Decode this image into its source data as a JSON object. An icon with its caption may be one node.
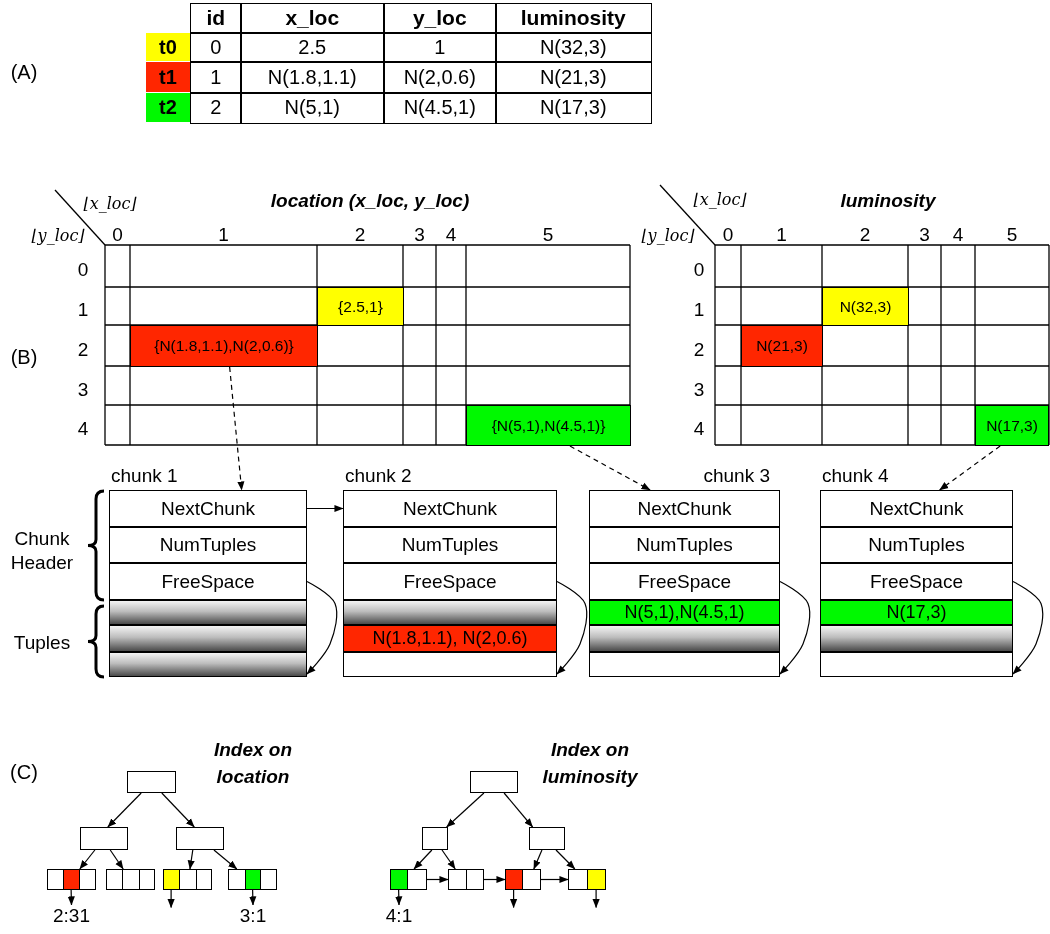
{
  "diagram": {
    "nodes": [
      {
        "text": [
          "{2.5,1}"
        ]
      },
      {
        "text": [
          "{N(1.8,1.1),N(2,0.6)}"
        ]
      },
      {
        "text": [
          "{N(5,1),N(4.5,1)}"
        ]
      },
      {
        "text": [
          "N(32,3)"
        ]
      },
      {
        "text": [
          "N(21,3)"
        ]
      },
      {
        "text": [
          "N(17,3)"
        ]
      },
      {
        "text": [
          "chunk 1"
        ]
      },
      {
        "text": [
          "NextChunk"
        ],
        "in": 6
      },
      {
        "text": [
          "NumTuples"
        ],
        "in": 6
      },
      {
        "text": [
          "FreeSpace"
        ],
        "in": 6
      },
      {
        "text": [],
        "shape": "bar",
        "in": 6
      },
      {
        "text": [],
        "shape": "bar",
        "in": 6
      },
      {
        "text": [],
        "shape": "bar",
        "in": 6
      },
      {
        "text": [
          "chunk 2"
        ]
      },
      {
        "text": [
          "NextChunk"
        ],
        "in": 13
      },
      {
        "text": [
          "NumTuples"
        ],
        "in": 13
      },
      {
        "text": [
          "FreeSpace"
        ],
        "in": 13
      },
      {
        "text": [],
        "shape": "bar",
        "in": 13
      },
      {
        "text": [
          "N(1.8,1.1), N(2,0.6)"
        ],
        "in": 13
      },
      {
        "text": [],
        "shape": "box",
        "in": 13
      },
      {
        "text": [
          "chunk 3"
        ]
      },
      {
        "text": [
          "NextChunk"
        ],
        "in": 20
      },
      {
        "text": [
          "NumTuples"
        ],
        "in": 20
      },
      {
        "text": [
          "FreeSpace"
        ],
        "in": 20
      },
      {
        "text": [
          "N(5,1),N(4.5,1)"
        ],
        "in": 20
      },
      {
        "text": [],
        "shape": "bar",
        "in": 20
      },
      {
        "text": [],
        "shape": "box",
        "in": 20
      },
      {
        "text": [
          "chunk 4"
        ]
      },
      {
        "text": [
          "NextChunk"
        ],
        "in": 27
      },
      {
        "text": [
          "NumTuples"
        ],
        "in": 27
      },
      {
        "text": [
          "FreeSpace"
        ],
        "in": 27
      },
      {
        "text": [
          "N(17,3)"
        ],
        "in": 27
      },
      {
        "text": [],
        "shape": "bar",
        "in": 27
      },
      {
        "text": [],
        "shape": "box",
        "in": 27
      },
      {
        "text": [],
        "shape": "box"
      },
      {
        "text": [],
        "shape": "box"
      },
      {
        "text": [],
        "shape": "box"
      },
      {
        "text": [],
        "shape": "box"
      },
      {
        "text": [],
        "shape": "box",
        "in": 37
      },
      {
        "text": [],
        "shape": "box"
      },
      {
        "text": [],
        "shape": "box"
      },
      {
        "text": [],
        "shape": "box",
        "in": 40
      },
      {
        "text": [],
        "shape": "box"
      },
      {
        "text": [],
        "shape": "box",
        "in": 42
      },
      {
        "text": [
          "2:31"
        ]
      },
      {
        "text": [
          "3:1"
        ]
      },
      {
        "text": [],
        "shape": "box"
      },
      {
        "text": [],
        "shape": "box"
      },
      {
        "text": [],
        "shape": "box"
      },
      {
        "text": [],
        "shape": "box"
      },
      {
        "text": [],
        "shape": "box",
        "in": 49
      },
      {
        "text": [],
        "shape": "box"
      },
      {
        "text": [],
        "shape": "box"
      },
      {
        "text": [],
        "shape": "box",
        "in": 52
      },
      {
        "text": [],
        "shape": "box"
      },
      {
        "text": [],
        "shape": "box",
        "in": 54
      },
      {
        "text": [
          "4:1"
        ]
      }
    ],
    "edges": [
      {
        "from": 1,
        "to": 7,
        "arrow": "to",
        "style": "dashed"
      },
      {
        "from": 2,
        "to": 21,
        "arrow": "to",
        "style": "dashed"
      },
      {
        "from": 5,
        "to": 28,
        "arrow": "to",
        "style": "dashed"
      },
      {
        "from": 7,
        "to": 14,
        "arrow": "to"
      },
      {
        "from": 9,
        "to": 12,
        "arrow": "to"
      },
      {
        "from": 16,
        "to": 19,
        "arrow": "to"
      },
      {
        "from": 23,
        "to": 26,
        "arrow": "to"
      },
      {
        "from": 30,
        "to": 33,
        "arrow": "to"
      },
      {
        "from": 34,
        "to": 35,
        "arrow": "to"
      },
      {
        "from": 34,
        "to": 36,
        "arrow": "to"
      },
      {
        "from": 35,
        "to": 37,
        "arrow": "to"
      },
      {
        "from": 35,
        "to": 39,
        "arrow": "to"
      },
      {
        "from": 36,
        "to": 40,
        "arrow": "to"
      },
      {
        "from": 36,
        "to": 42,
        "arrow": "to"
      },
      {
        "from": 38,
        "to": 44,
        "arrow": "to"
      },
      {
        "from": 41,
        "to": null,
        "arrow": "to"
      },
      {
        "from": 43,
        "to": 45,
        "arrow": "to"
      },
      {
        "from": 46,
        "to": 47,
        "arrow": "to"
      },
      {
        "from": 46,
        "to": 48,
        "arrow": "to"
      },
      {
        "from": 47,
        "to": 49,
        "arrow": "to"
      },
      {
        "from": 47,
        "to": 51,
        "arrow": "to"
      },
      {
        "from": 48,
        "to": 52,
        "arrow": "to"
      },
      {
        "from": 48,
        "to": 54,
        "arrow": "to"
      },
      {
        "from": 49,
        "to": 51,
        "arrow": "to"
      },
      {
        "from": 51,
        "to": 52,
        "arrow": "to"
      },
      {
        "from": 52,
        "to": 54,
        "arrow": "to"
      },
      {
        "from": 50,
        "to": 56,
        "arrow": "to"
      },
      {
        "from": 53,
        "to": null,
        "arrow": "to"
      },
      {
        "from": 55,
        "to": null,
        "arrow": "to"
      }
    ],
    "labels": [
      "(A)",
      "id",
      "x_loc",
      "y_loc",
      "luminosity",
      "t0",
      "0",
      "2.5",
      "1",
      "N(32,3)",
      "t1",
      "1",
      "N(1.8,1.1)",
      "N(2,0.6)",
      "N(21,3)",
      "t2",
      "2",
      "N(5,1)",
      "N(4.5,1)",
      "N(17,3)",
      "⌊x_loc⌋",
      "location (x_loc, y_loc)",
      "⌊x_loc⌋",
      "luminosity",
      "⌊y_loc⌋",
      "0",
      "1",
      "2",
      "3",
      "4",
      "5",
      "⌊y_loc⌋",
      "0",
      "1",
      "2",
      "3",
      "4",
      "5",
      "0",
      "1",
      "2",
      "3",
      "4",
      "0",
      "1",
      "2",
      "3",
      "4",
      "(B)",
      "Chunk Header",
      "Tuples",
      "(C)",
      "Index on location",
      "Index on luminosity"
    ]
  }
}
